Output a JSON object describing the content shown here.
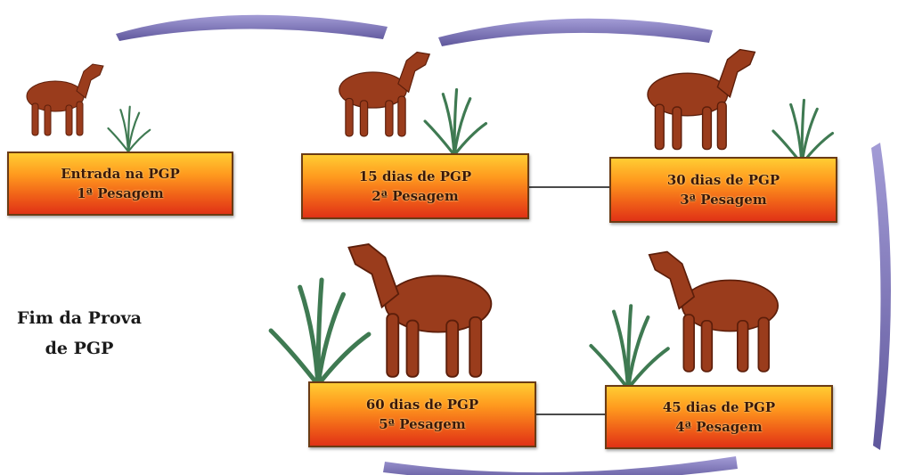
{
  "diagram": {
    "stages": [
      {
        "id": "stage-1",
        "title": "Entrada na PGP",
        "weighing": "1ª Pesagem"
      },
      {
        "id": "stage-2",
        "title": "15 dias de PGP",
        "weighing": "2ª Pesagem"
      },
      {
        "id": "stage-3",
        "title": "30 dias de PGP",
        "weighing": "3ª Pesagem"
      },
      {
        "id": "stage-4",
        "title": "45 dias de PGP",
        "weighing": "4ª Pesagem"
      },
      {
        "id": "stage-5",
        "title": "60 dias de PGP",
        "weighing": "5ª Pesagem"
      }
    ],
    "end_label": {
      "line1": "Fim da Prova",
      "line2": "de PGP"
    },
    "colors": {
      "arrow": "#7c74b8",
      "box_border": "#6b3b14",
      "animal_body": "#9a3c1c",
      "grass": "#3f7a52",
      "connector": "#4a4a4a"
    },
    "icons": [
      "sheep-icon",
      "grass-icon"
    ]
  }
}
